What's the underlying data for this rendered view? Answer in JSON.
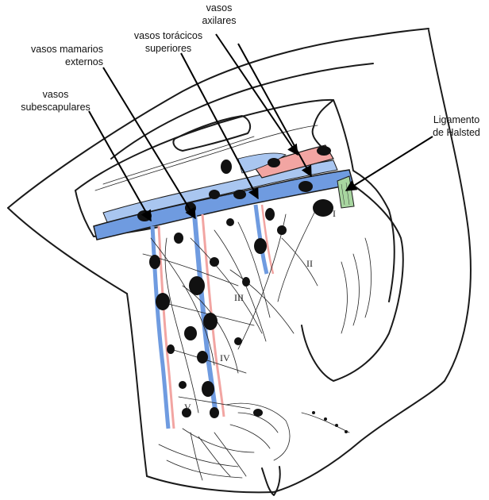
{
  "labels": {
    "vasos_axilares": [
      "vasos",
      "axilares"
    ],
    "vasos_toracicos": [
      "vasos torácicos",
      "superiores"
    ],
    "vasos_mamarios": [
      "vasos mamarios",
      "externos"
    ],
    "vasos_subescapulares": [
      "vasos",
      "subescapulares"
    ],
    "ligamento": [
      "Ligamento",
      "de Halsted"
    ]
  },
  "levels": [
    "I",
    "II",
    "III",
    "IV",
    "V"
  ],
  "colors": {
    "vein": "#6f9be0",
    "vein_light": "#a9c6f0",
    "artery": "#f2a5a2",
    "ligament": "#a8d6a0",
    "node": "#111111",
    "ink": "#1a1a1a"
  }
}
